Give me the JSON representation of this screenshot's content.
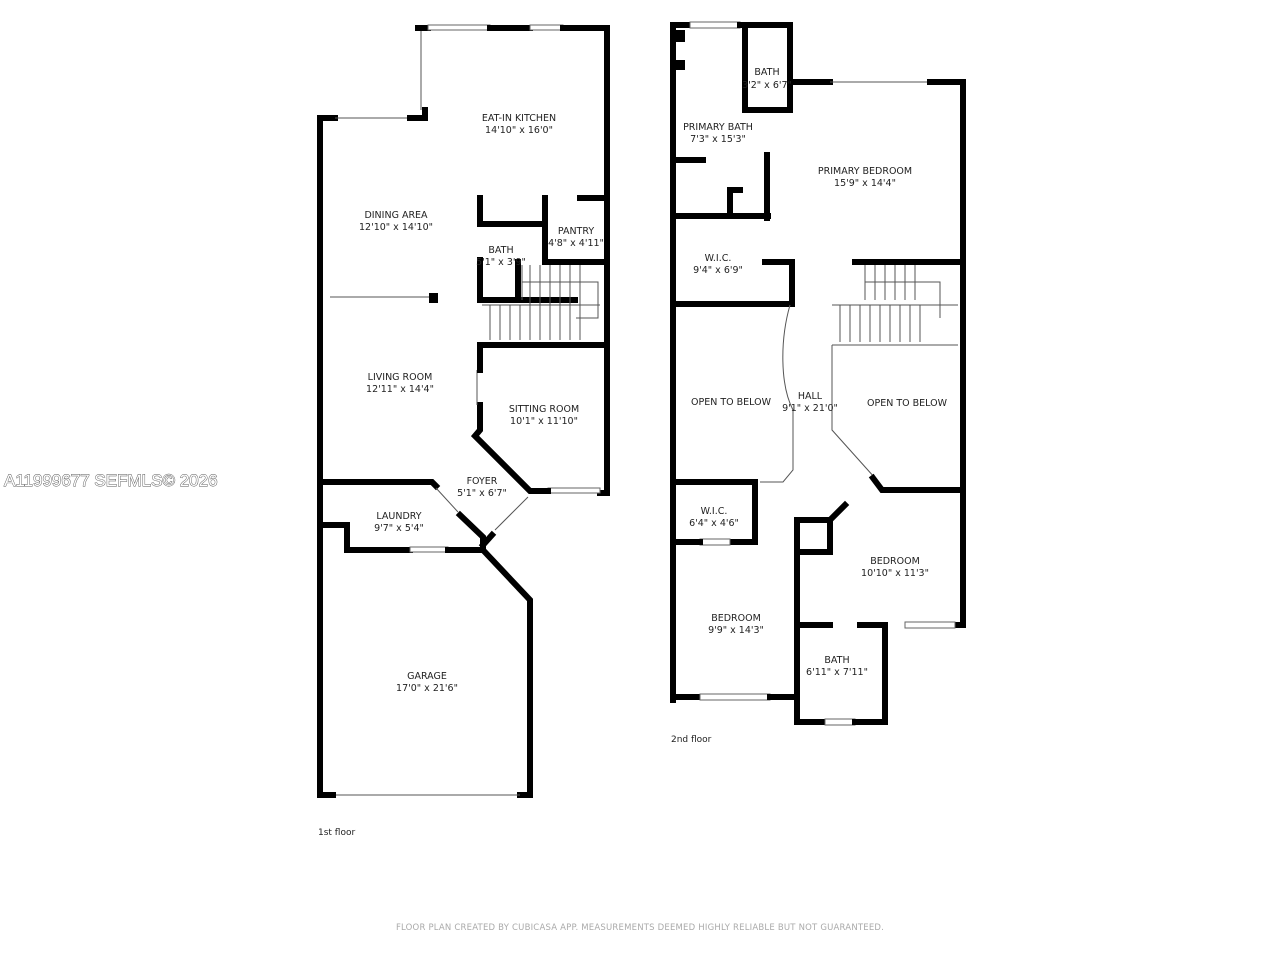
{
  "watermark": "A11999677  SEFMLS© 2026",
  "first_floor": {
    "label": "1st floor",
    "rooms": [
      {
        "name": "EAT-IN KITCHEN",
        "size": "14'10\" x 16'0\""
      },
      {
        "name": "DINING AREA",
        "size": "12'10\" x 14'10\""
      },
      {
        "name": "PANTRY",
        "size": "4'8\" x 4'11\""
      },
      {
        "name": "BATH",
        "size": "5'1\" x 3'9\""
      },
      {
        "name": "LIVING ROOM",
        "size": "12'11\" x 14'4\""
      },
      {
        "name": "SITTING ROOM",
        "size": "10'1\" x 11'10\""
      },
      {
        "name": "FOYER",
        "size": "5'1\" x 6'7\""
      },
      {
        "name": "LAUNDRY",
        "size": "9'7\" x 5'4\""
      },
      {
        "name": "GARAGE",
        "size": "17'0\" x 21'6\""
      }
    ]
  },
  "second_floor": {
    "label": "2nd floor",
    "rooms": [
      {
        "name": "BATH",
        "size": "3'2\" x 6'7\""
      },
      {
        "name": "PRIMARY BATH",
        "size": "7'3\" x 15'3\""
      },
      {
        "name": "PRIMARY BEDROOM",
        "size": "15'9\" x 14'4\""
      },
      {
        "name": "W.I.C.",
        "size": "9'4\" x 6'9\""
      },
      {
        "name": "OPEN TO BELOW",
        "size": ""
      },
      {
        "name": "HALL",
        "size": "9'1\" x 21'0\""
      },
      {
        "name": "OPEN TO BELOW",
        "size": ""
      },
      {
        "name": "W.I.C.",
        "size": "6'4\" x 4'6\""
      },
      {
        "name": "BEDROOM",
        "size": "10'10\" x 11'3\""
      },
      {
        "name": "BEDROOM",
        "size": "9'9\" x 14'3\""
      },
      {
        "name": "BATH",
        "size": "6'11\" x 7'11\""
      }
    ]
  },
  "footer": "FLOOR PLAN CREATED BY CUBICASA APP. MEASUREMENTS DEEMED HIGHLY RELIABLE BUT NOT GUARANTEED."
}
